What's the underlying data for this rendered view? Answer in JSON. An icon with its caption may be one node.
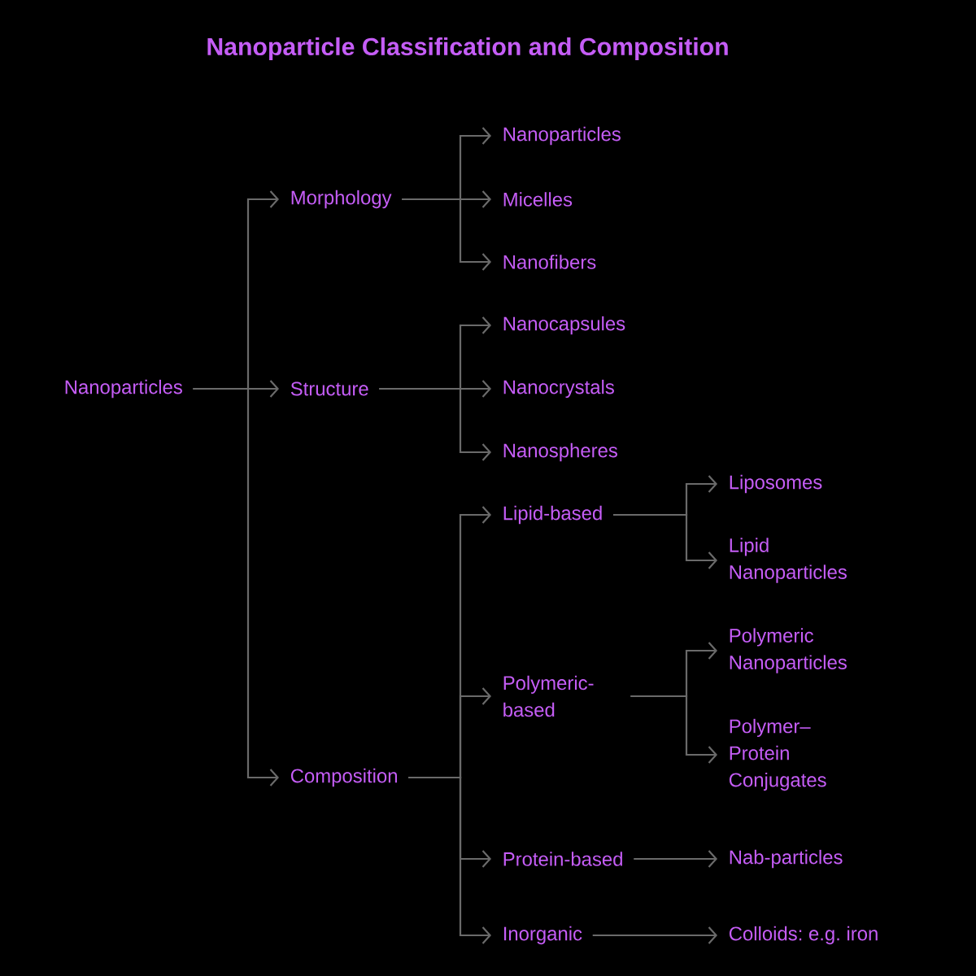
{
  "diagram": {
    "title": "Nanoparticle Classification and Composition",
    "nodes": [
      {
        "text": [
          "Nanoparticles"
        ]
      },
      {
        "text": [
          "Morphology"
        ]
      },
      {
        "text": [
          "Structure"
        ]
      },
      {
        "text": [
          "Composition"
        ]
      },
      {
        "text": [
          "Nanoparticles"
        ]
      },
      {
        "text": [
          "Micelles"
        ]
      },
      {
        "text": [
          "Nanofibers"
        ]
      },
      {
        "text": [
          "Nanocapsules"
        ]
      },
      {
        "text": [
          "Nanocrystals"
        ]
      },
      {
        "text": [
          "Nanospheres"
        ]
      },
      {
        "text": [
          "Lipid-based"
        ]
      },
      {
        "text": [
          "Polymeric-based"
        ]
      },
      {
        "text": [
          "Protein-based"
        ]
      },
      {
        "text": [
          "Inorganic"
        ]
      },
      {
        "text": [
          "Liposomes"
        ]
      },
      {
        "text": [
          "Lipid Nanoparticles"
        ]
      },
      {
        "text": [
          "Polymeric Nanoparticles"
        ]
      },
      {
        "text": [
          "Polymer–Protein Conjugates"
        ]
      },
      {
        "text": [
          "Nab-particles"
        ]
      },
      {
        "text": [
          "Colloids: e.g. iron"
        ]
      }
    ],
    "edges": [
      {
        "from": 0,
        "to": 1,
        "arrow": "to"
      },
      {
        "from": 0,
        "to": 2,
        "arrow": "to"
      },
      {
        "from": 0,
        "to": 3,
        "arrow": "to"
      },
      {
        "from": 1,
        "to": 4,
        "arrow": "to"
      },
      {
        "from": 1,
        "to": 5,
        "arrow": "to"
      },
      {
        "from": 1,
        "to": 6,
        "arrow": "to"
      },
      {
        "from": 2,
        "to": 7,
        "arrow": "to"
      },
      {
        "from": 2,
        "to": 8,
        "arrow": "to"
      },
      {
        "from": 2,
        "to": 9,
        "arrow": "to"
      },
      {
        "from": 3,
        "to": 10,
        "arrow": "to"
      },
      {
        "from": 3,
        "to": 11,
        "arrow": "to"
      },
      {
        "from": 3,
        "to": 12,
        "arrow": "to"
      },
      {
        "from": 3,
        "to": 13,
        "arrow": "to"
      },
      {
        "from": 10,
        "to": 14,
        "arrow": "to"
      },
      {
        "from": 10,
        "to": 15,
        "arrow": "to"
      },
      {
        "from": 11,
        "to": 16,
        "arrow": "to"
      },
      {
        "from": 11,
        "to": 17,
        "arrow": "to"
      },
      {
        "from": 12,
        "to": 18,
        "arrow": "to"
      },
      {
        "from": 13,
        "to": 19,
        "arrow": "to"
      }
    ]
  }
}
